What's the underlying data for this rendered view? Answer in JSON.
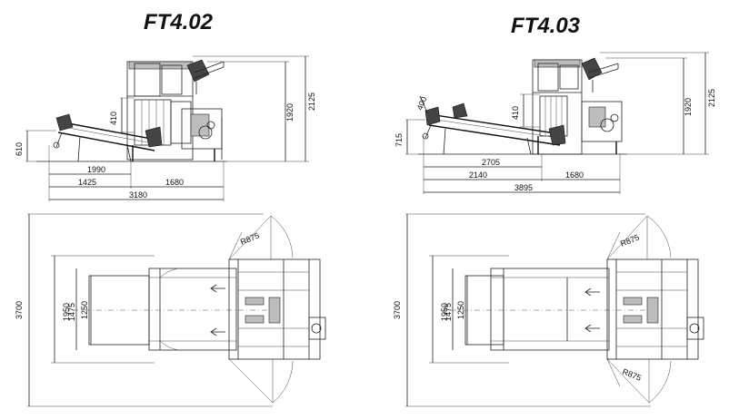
{
  "models": [
    {
      "title": "FT4.02",
      "side": {
        "height_total": "2125",
        "height_body": "1920",
        "height_chute": "410",
        "height_conveyor_end": "610",
        "len_conveyor": "1990",
        "len_front": "1425",
        "len_body": "1680",
        "len_total": "3180"
      },
      "top": {
        "width_total": "3700",
        "width_inner": "1950",
        "width_belt": "1475",
        "width_hopper": "1250",
        "radius_upper": "R875"
      }
    },
    {
      "title": "FT4.03",
      "side": {
        "height_total": "2125",
        "height_body": "1920",
        "height_chute": "410",
        "height_conveyor_end": "715",
        "height_tilt": "400",
        "len_conveyor": "2705",
        "len_front": "2140",
        "len_body": "1680",
        "len_total": "3895"
      },
      "top": {
        "width_total": "3700",
        "width_inner": "1950",
        "width_belt": "1475",
        "width_hopper": "1250",
        "radius_upper": "R875",
        "radius_lower": "R875"
      }
    }
  ],
  "icons": {
    "flow_arrow": "arrow-left-icon"
  }
}
